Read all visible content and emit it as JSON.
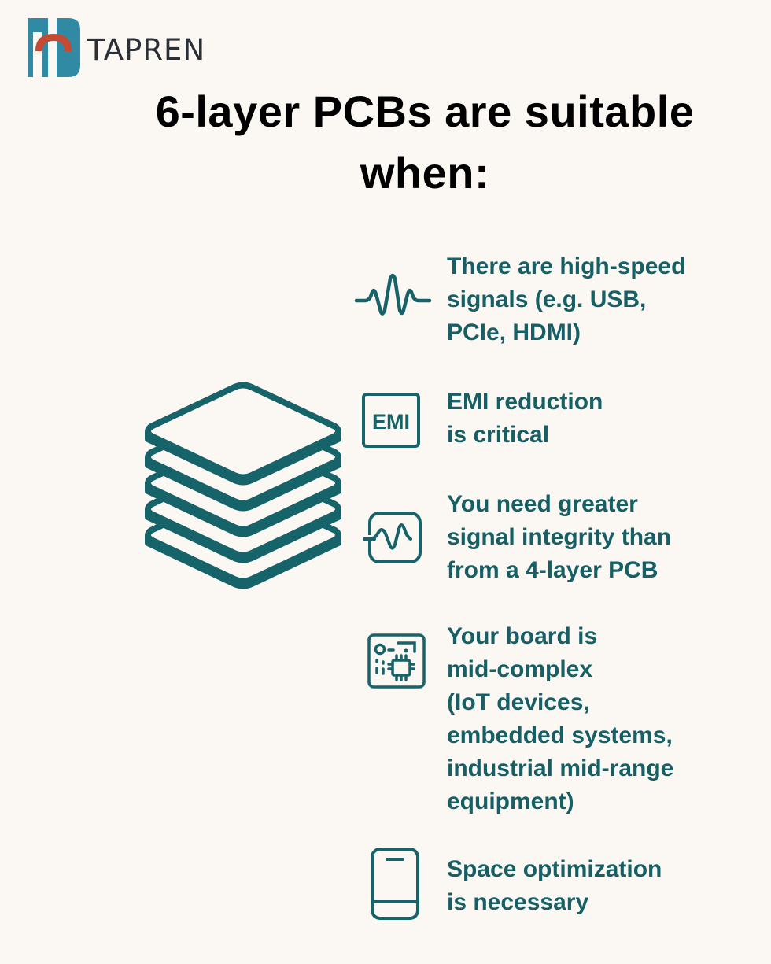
{
  "brand": {
    "name": "TAPREN",
    "colors": {
      "mark_blue": "#318aa3",
      "mark_arc": "#c44a33",
      "text": "#2b2f36"
    }
  },
  "title": {
    "line1": "6-layer PCBs are suitable",
    "line2": "when:"
  },
  "illustration": {
    "icon": "pcb-layer-stack-icon",
    "layers": 5,
    "color": "#166369"
  },
  "theme": {
    "background": "#fbf7f2",
    "accent": "#165f65",
    "title_color": "#000000"
  },
  "items": [
    {
      "icon": "waveform-icon",
      "lines": [
        "There are high-speed",
        "signals (e.g. USB,",
        "PCIe, HDMI)"
      ]
    },
    {
      "icon": "emi-badge-icon",
      "icon_label": "EMI",
      "lines": [
        "EMI reduction",
        "is critical"
      ]
    },
    {
      "icon": "signal-monitor-icon",
      "lines": [
        "You need greater",
        "signal integrity than",
        "from a 4-layer PCB"
      ]
    },
    {
      "icon": "circuit-board-chip-icon",
      "lines": [
        "Your board is",
        "mid-complex",
        "(IoT devices,",
        "embedded systems,",
        "industrial mid-range",
        "equipment)"
      ]
    },
    {
      "icon": "smartphone-icon",
      "lines": [
        "Space optimization",
        "is necessary"
      ]
    }
  ]
}
